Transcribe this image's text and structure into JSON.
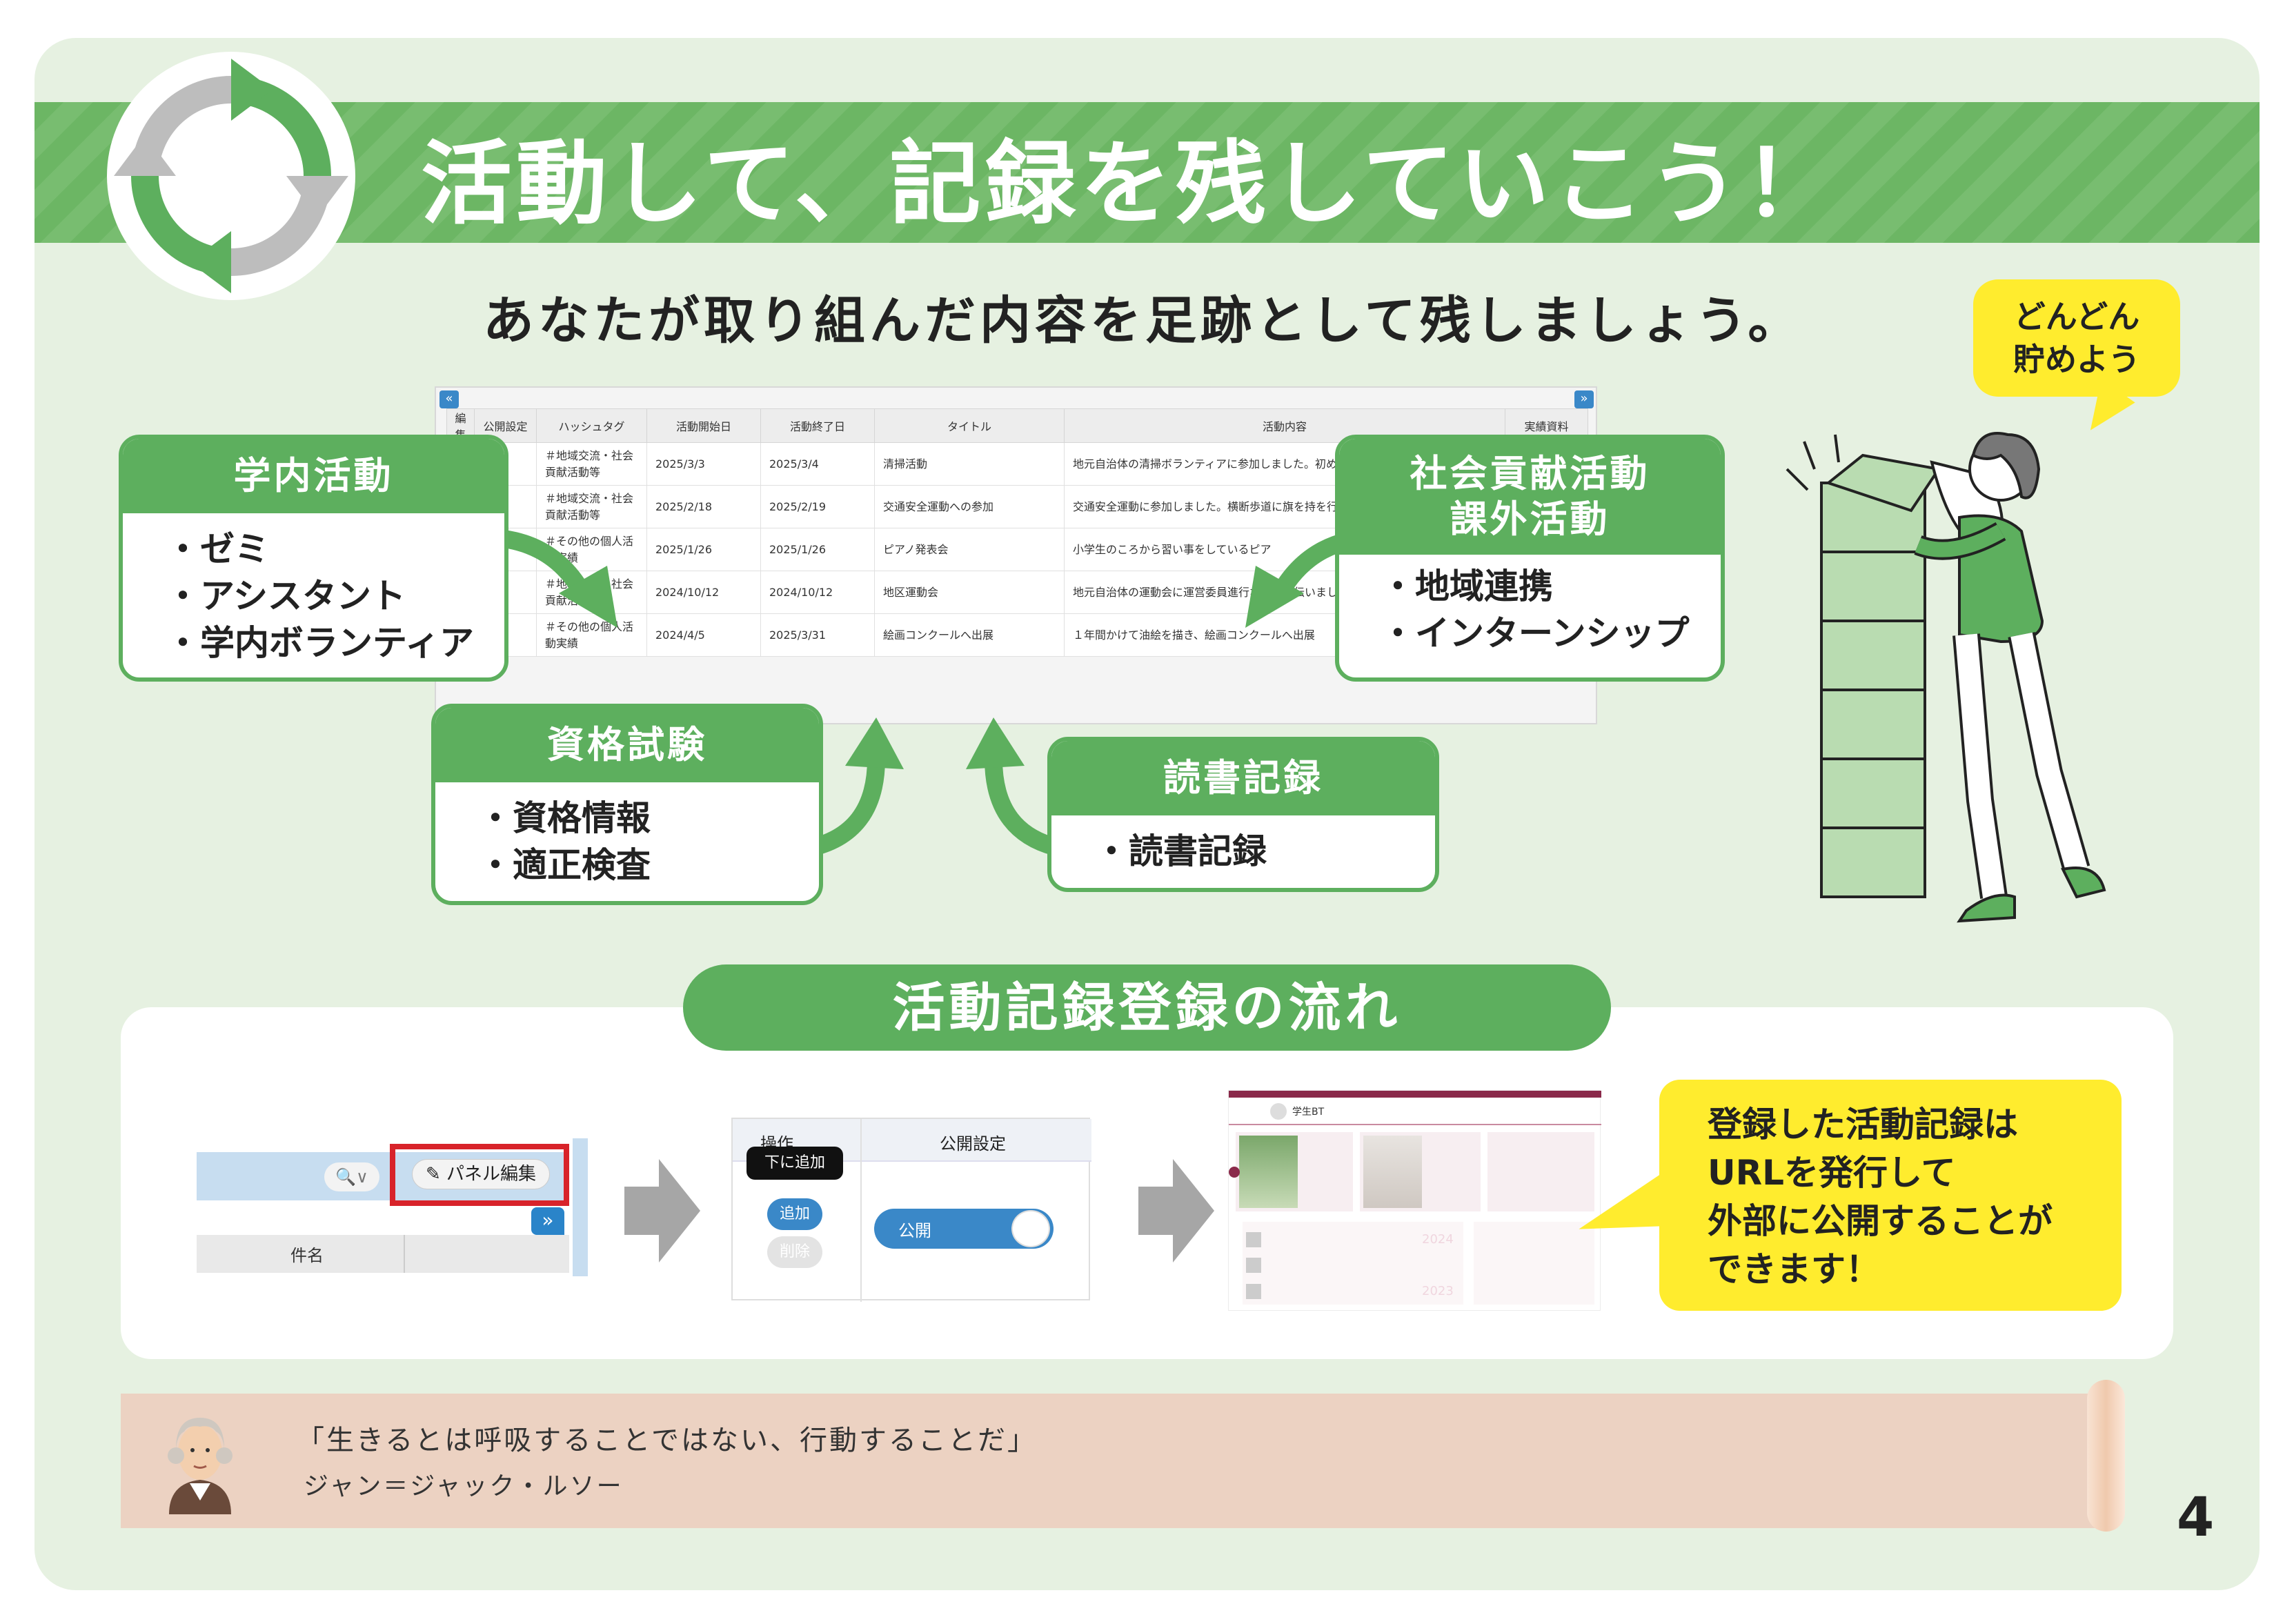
{
  "header": {
    "title": "活動して、記録を残していこう！",
    "subtitle": "あなたが取り組んだ内容を足跡として残しましょう。"
  },
  "bubble_top": {
    "line1": "どんどん",
    "line2": "貯めよう"
  },
  "activity_table": {
    "nav_left": "«",
    "nav_right": "»",
    "columns": [
      "編集",
      "公開設定",
      "ハッシュタグ",
      "活動開始日",
      "活動終了日",
      "タイトル",
      "活動内容",
      "実績資料"
    ],
    "rows": [
      {
        "hashtag": "＃地域交流・社会貢献活動等",
        "start": "2025/3/3",
        "end": "2025/3/4",
        "title": "清掃活動",
        "content": "地元自治体の清掃ボランティアに参加しました。初めて回りました。"
      },
      {
        "hashtag": "＃地域交流・社会貢献活動等",
        "start": "2025/2/18",
        "end": "2025/2/19",
        "title": "交通安全運動への参加",
        "content": "交通安全運動に参加しました。横断歩道に旗を持を行いました。"
      },
      {
        "hashtag": "＃その他の個人活動実績",
        "start": "2025/1/26",
        "end": "2025/1/26",
        "title": "ピアノ発表会",
        "content": "小学生のころから習い事をしているピア"
      },
      {
        "hashtag": "＃地域交流・社会貢献活動等",
        "start": "2024/10/12",
        "end": "2024/10/12",
        "title": "地区運動会",
        "content": "地元自治体の運動会に運営委員進行などを手伝いました。"
      },
      {
        "hashtag": "＃その他の個人活動実績",
        "start": "2024/4/5",
        "end": "2025/3/31",
        "title": "絵画コンクールへ出展",
        "content": "１年間かけて油絵を描き、絵画コンクールへ出展"
      }
    ]
  },
  "categories": {
    "campus": {
      "title": "学内活動",
      "items": [
        "・ゼミ",
        "・アシスタント",
        "・学内ボランティア"
      ]
    },
    "social": {
      "title_line1": "社会貢献活動",
      "title_line2": "課外活動",
      "items": [
        "・地域連携",
        "・インターンシップ"
      ]
    },
    "qualification": {
      "title": "資格試験",
      "items": [
        "・資格情報",
        "・適正検査"
      ]
    },
    "reading": {
      "title": "読書記録",
      "items": [
        "・読書記録"
      ]
    }
  },
  "flow": {
    "title": "活動記録登録の流れ",
    "step1": {
      "panel_edit_button": "パネル編集",
      "search_icon": "🔍∨",
      "chevron": "»",
      "column_label": "件名"
    },
    "step2": {
      "col_operation": "操作",
      "col_publish": "公開設定",
      "tooltip": "下に追加",
      "add_button": "追加",
      "delete_button": "削除",
      "toggle_label": "公開"
    },
    "step3": {
      "site_name": "学生BT",
      "year1": "2024",
      "year2": "2023"
    },
    "callout": [
      "登録した活動記録は",
      "URLを発行して",
      "外部に公開することが",
      "できます！"
    ]
  },
  "quote": {
    "text": "「生きるとは呼吸することではない、行動することだ」",
    "author": "ジャン＝ジャック・ルソー"
  },
  "page_number": "4",
  "colors": {
    "accent_green": "#5daf5e",
    "yellow": "#ffec2e",
    "page_bg": "#e6f1e1",
    "highlight_red": "#d8232a"
  }
}
